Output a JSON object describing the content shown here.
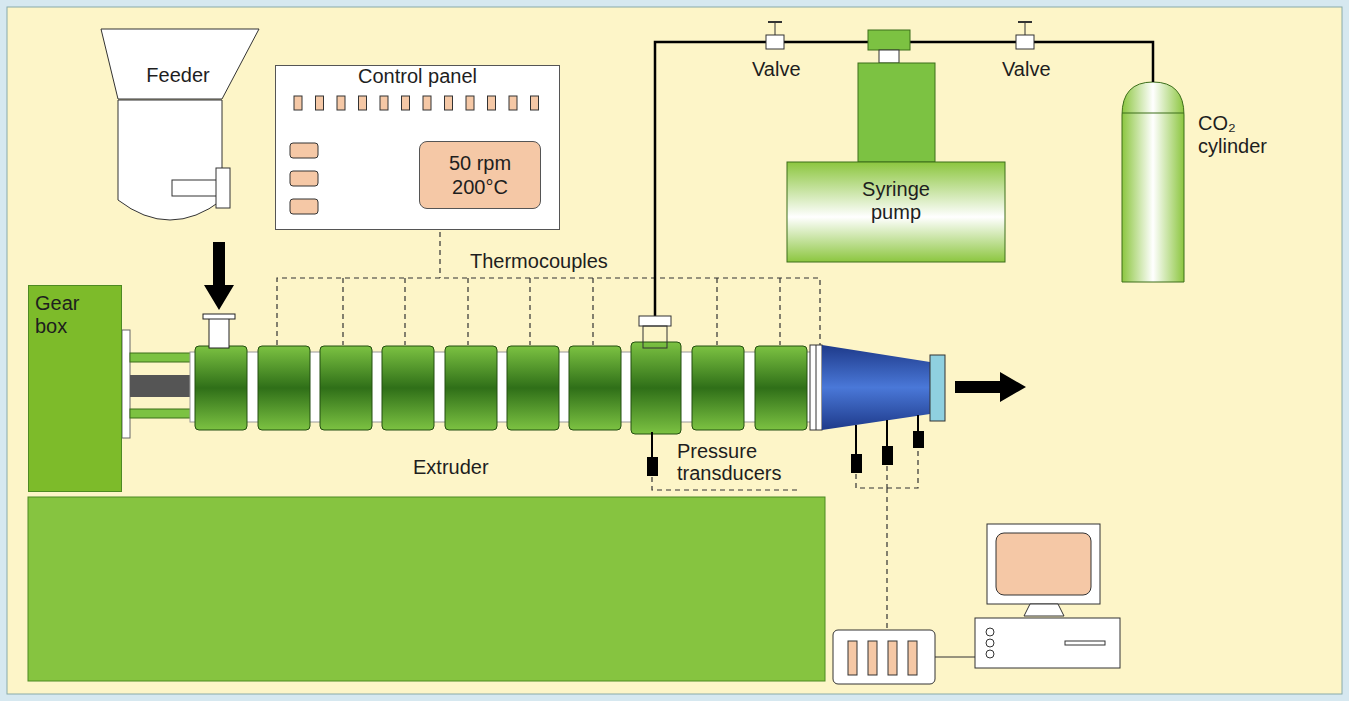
{
  "diagram": {
    "nodes": [
      {
        "text": [
          "Feeder"
        ]
      },
      {
        "text": [
          "Control panel"
        ]
      },
      {
        "text": [
          "50 rpm 200°C"
        ],
        "in": 1
      },
      {
        "text": [
          "Syringe pump"
        ]
      },
      {
        "text": [
          "CO₂ cylinder"
        ]
      },
      {
        "text": [
          "Gear box"
        ]
      }
    ],
    "edges": [
      {
        "from": 4,
        "to": 3,
        "arrow": "none"
      }
    ],
    "labels": [
      "Valve",
      "Valve",
      "Thermocouples",
      "Extruder",
      "Pressure transducers"
    ]
  }
}
